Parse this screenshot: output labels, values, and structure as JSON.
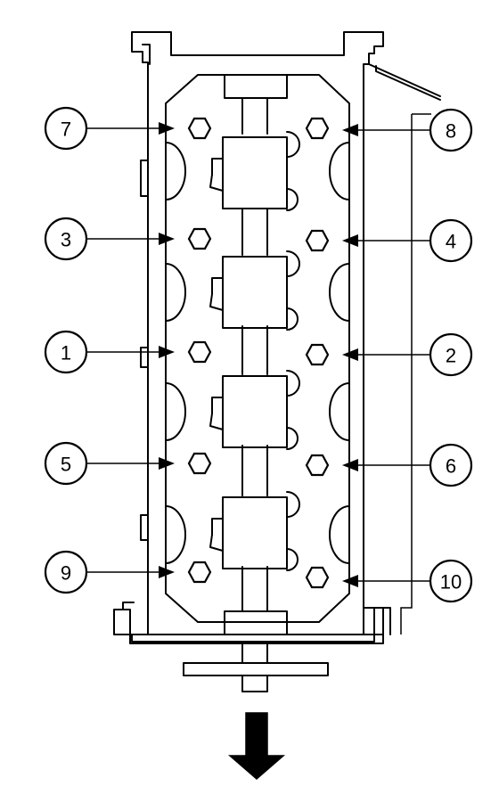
{
  "diagram": {
    "colors": {
      "stroke": "#000000",
      "background": "#ffffff",
      "arrow_fill": "#000000"
    },
    "callouts": [
      {
        "label": "7",
        "side": "left"
      },
      {
        "label": "8",
        "side": "right"
      },
      {
        "label": "3",
        "side": "left"
      },
      {
        "label": "4",
        "side": "right"
      },
      {
        "label": "1",
        "side": "left"
      },
      {
        "label": "2",
        "side": "right"
      },
      {
        "label": "5",
        "side": "left"
      },
      {
        "label": "6",
        "side": "right"
      },
      {
        "label": "9",
        "side": "left"
      },
      {
        "label": "10",
        "side": "right"
      }
    ],
    "direction_indicator": "down-arrow-icon"
  }
}
